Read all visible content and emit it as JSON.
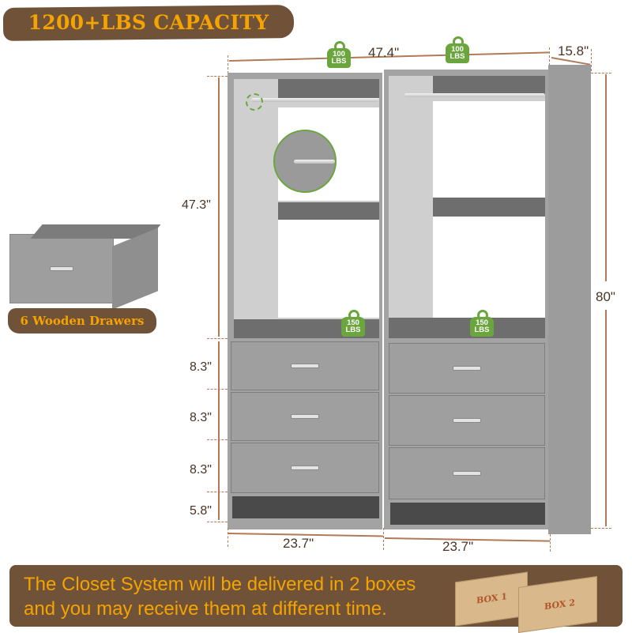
{
  "header": {
    "capacity_title": "1200+LBS CAPACITY"
  },
  "dimensions": {
    "total_width": "47.4\"",
    "depth": "15.8\"",
    "total_height": "80\"",
    "upper_height": "47.3\"",
    "drawer_heights": [
      "8.3\"",
      "8.3\"",
      "8.3\""
    ],
    "base_height": "5.8\"",
    "unit_widths": [
      "23.7\"",
      "23.7\""
    ]
  },
  "weight_badges": {
    "rod_left": {
      "value": "100",
      "unit": "LBS"
    },
    "rod_right": {
      "value": "100",
      "unit": "LBS"
    },
    "shelf_left": {
      "value": "150",
      "unit": "LBS"
    },
    "shelf_right": {
      "value": "150",
      "unit": "LBS"
    }
  },
  "drawer_callout": {
    "label": "6 Wooden Drawers"
  },
  "delivery_notice": {
    "line1": "The Closet System will be delivered in 2 boxes",
    "line2": "and you may receive them at different time.",
    "boxes": [
      "BOX 1",
      "BOX 2"
    ]
  },
  "colors": {
    "banner_brown": "#6f5238",
    "banner_text_orange": "#f5a300",
    "badge_green": "#6aa53d",
    "furniture_gray": "#a3a3a3",
    "dimension_line": "#b07a57"
  }
}
